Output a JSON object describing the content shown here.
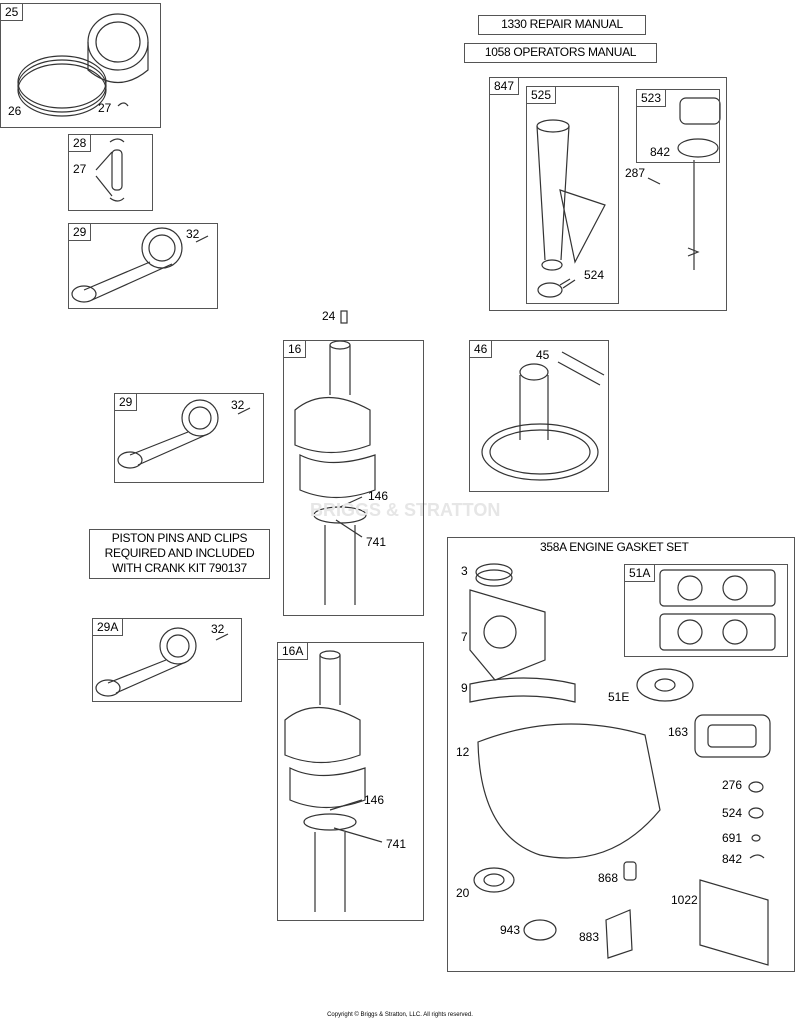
{
  "manuals": {
    "repair": "1330 REPAIR MANUAL",
    "operators": "1058 OPERATORS MANUAL"
  },
  "note": {
    "line1": "PISTON PINS AND CLIPS",
    "line2": "REQUIRED AND INCLUDED",
    "line3": "WITH CRANK KIT 790137"
  },
  "gasket_set_title": "358A ENGINE GASKET SET",
  "watermark": "BRIGGS & STRATTON",
  "copyright": "Copyright © Briggs & Stratton, LLC. All rights reserved.",
  "boxes": {
    "b25": "25",
    "b28": "28",
    "b29a": "29",
    "b847": "847",
    "b525": "525",
    "b523": "523",
    "b16": "16",
    "b46": "46",
    "b29b": "29",
    "b29A": "29A",
    "b16A": "16A",
    "b51A": "51A"
  },
  "callouts": {
    "c26": "26",
    "c27a": "27",
    "c27b": "27",
    "c32a": "32",
    "c842a": "842",
    "c287": "287",
    "c524a": "524",
    "c24": "24",
    "c45": "45",
    "c32b": "32",
    "c146a": "146",
    "c741a": "741",
    "c32c": "32",
    "c146b": "146",
    "c741b": "741",
    "c3": "3",
    "c7": "7",
    "c9": "9",
    "c51E": "51E",
    "c12": "12",
    "c163": "163",
    "c276": "276",
    "c524b": "524",
    "c691": "691",
    "c842b": "842",
    "c868": "868",
    "c20": "20",
    "c1022": "1022",
    "c943": "943",
    "c883": "883"
  }
}
